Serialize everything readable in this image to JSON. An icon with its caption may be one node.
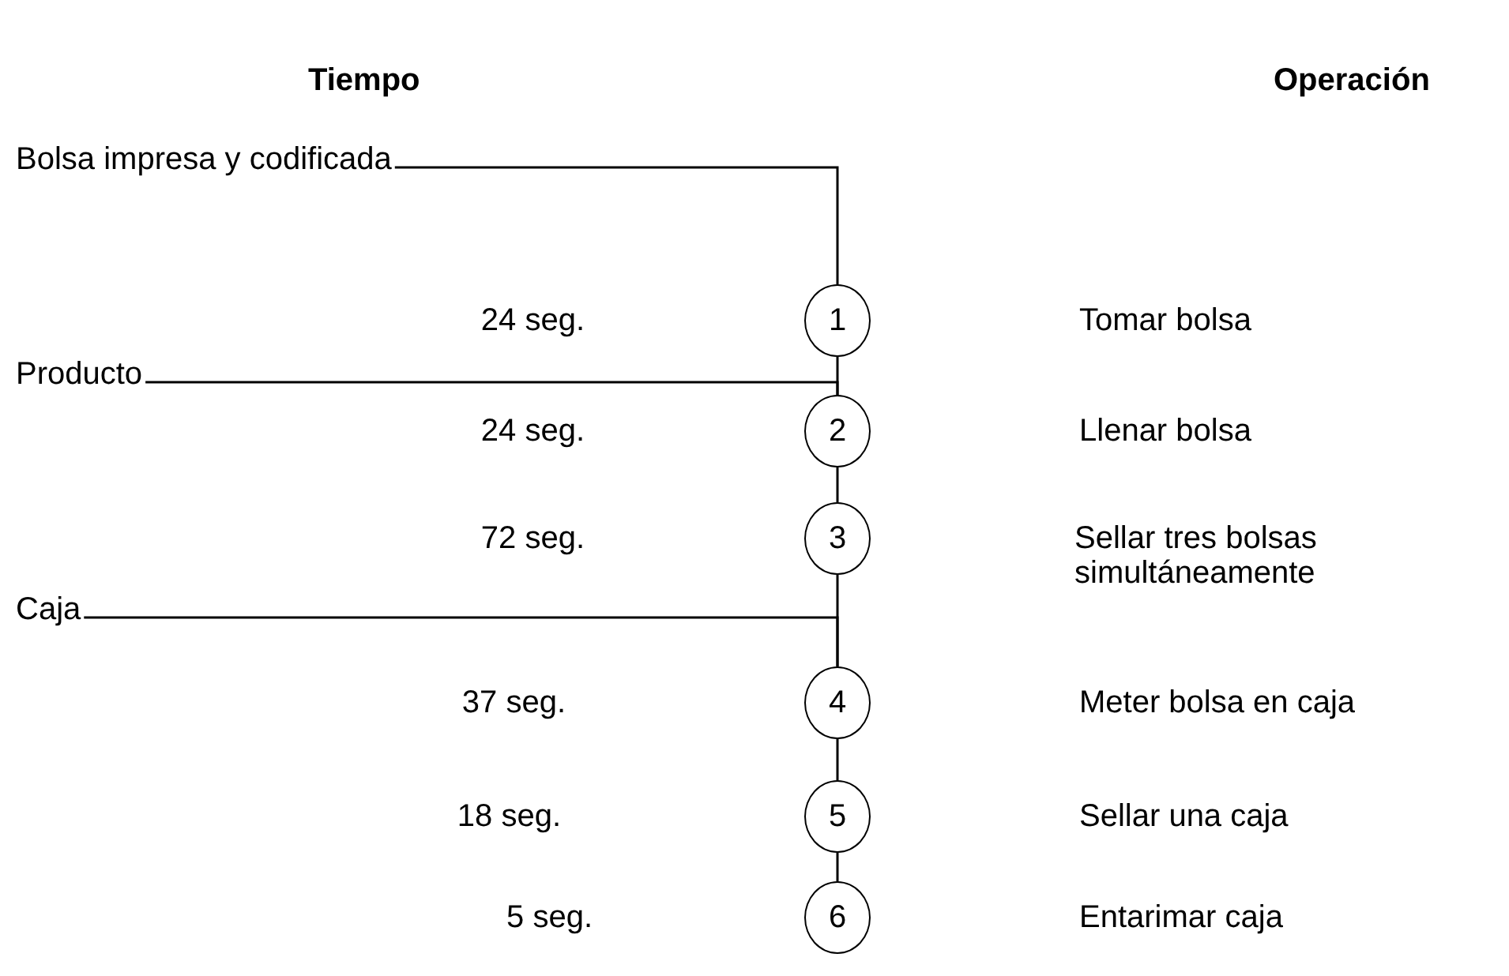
{
  "diagram": {
    "nodes": [
      {
        "text": [
          "Bolsa impresa y codificada"
        ]
      },
      {
        "text": [
          "1"
        ]
      },
      {
        "text": [
          "Producto"
        ]
      },
      {
        "text": [
          "2"
        ]
      },
      {
        "text": [
          "3"
        ]
      },
      {
        "text": [
          "Caja"
        ]
      },
      {
        "text": [
          "4"
        ]
      },
      {
        "text": [
          "5"
        ]
      },
      {
        "text": [
          "6"
        ]
      }
    ],
    "edges": [
      {
        "from": 0,
        "to": 1,
        "arrow": "none"
      },
      {
        "from": 1,
        "to": 3,
        "arrow": "none"
      },
      {
        "from": 2,
        "to": 3,
        "arrow": "none"
      },
      {
        "from": 3,
        "to": 4,
        "arrow": "none"
      },
      {
        "from": 4,
        "to": 6,
        "arrow": "none"
      },
      {
        "from": 5,
        "to": 6,
        "arrow": "none"
      },
      {
        "from": 6,
        "to": 7,
        "arrow": "none"
      },
      {
        "from": 7,
        "to": 8,
        "arrow": "none"
      }
    ],
    "labels": [
      "Tiempo",
      "Operación",
      "24 seg.",
      "Tomar bolsa",
      "24 seg.",
      "Llenar bolsa",
      "72 seg.",
      "Sellar tres bolsas simultáneamente",
      "37 seg.",
      "Meter bolsa en caja",
      "18 seg.",
      "Sellar una caja",
      "5 seg.",
      "Entarimar caja"
    ]
  }
}
